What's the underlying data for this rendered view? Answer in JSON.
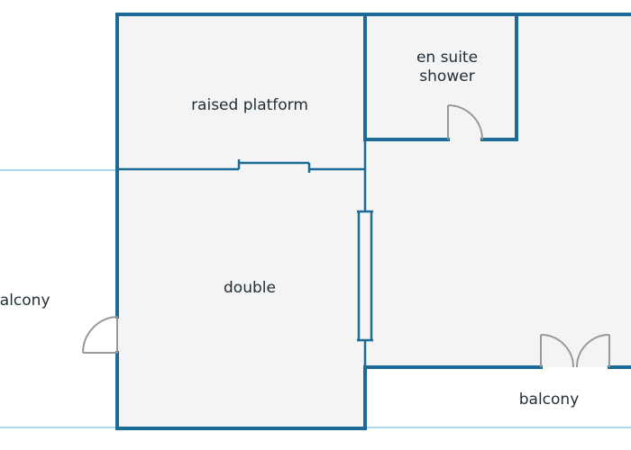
{
  "labels": {
    "raised_platform": "raised platform",
    "en_suite_line1": "en suite",
    "en_suite_line2": "shower",
    "double": "double",
    "balcony_left": "balcony",
    "balcony_bottom": "balcony"
  },
  "colors": {
    "wall": "#1c6b94",
    "balcony_line": "#a9d9ec",
    "floor": "#f4f4f4",
    "door": "#999999",
    "text": "#1f2d36"
  }
}
